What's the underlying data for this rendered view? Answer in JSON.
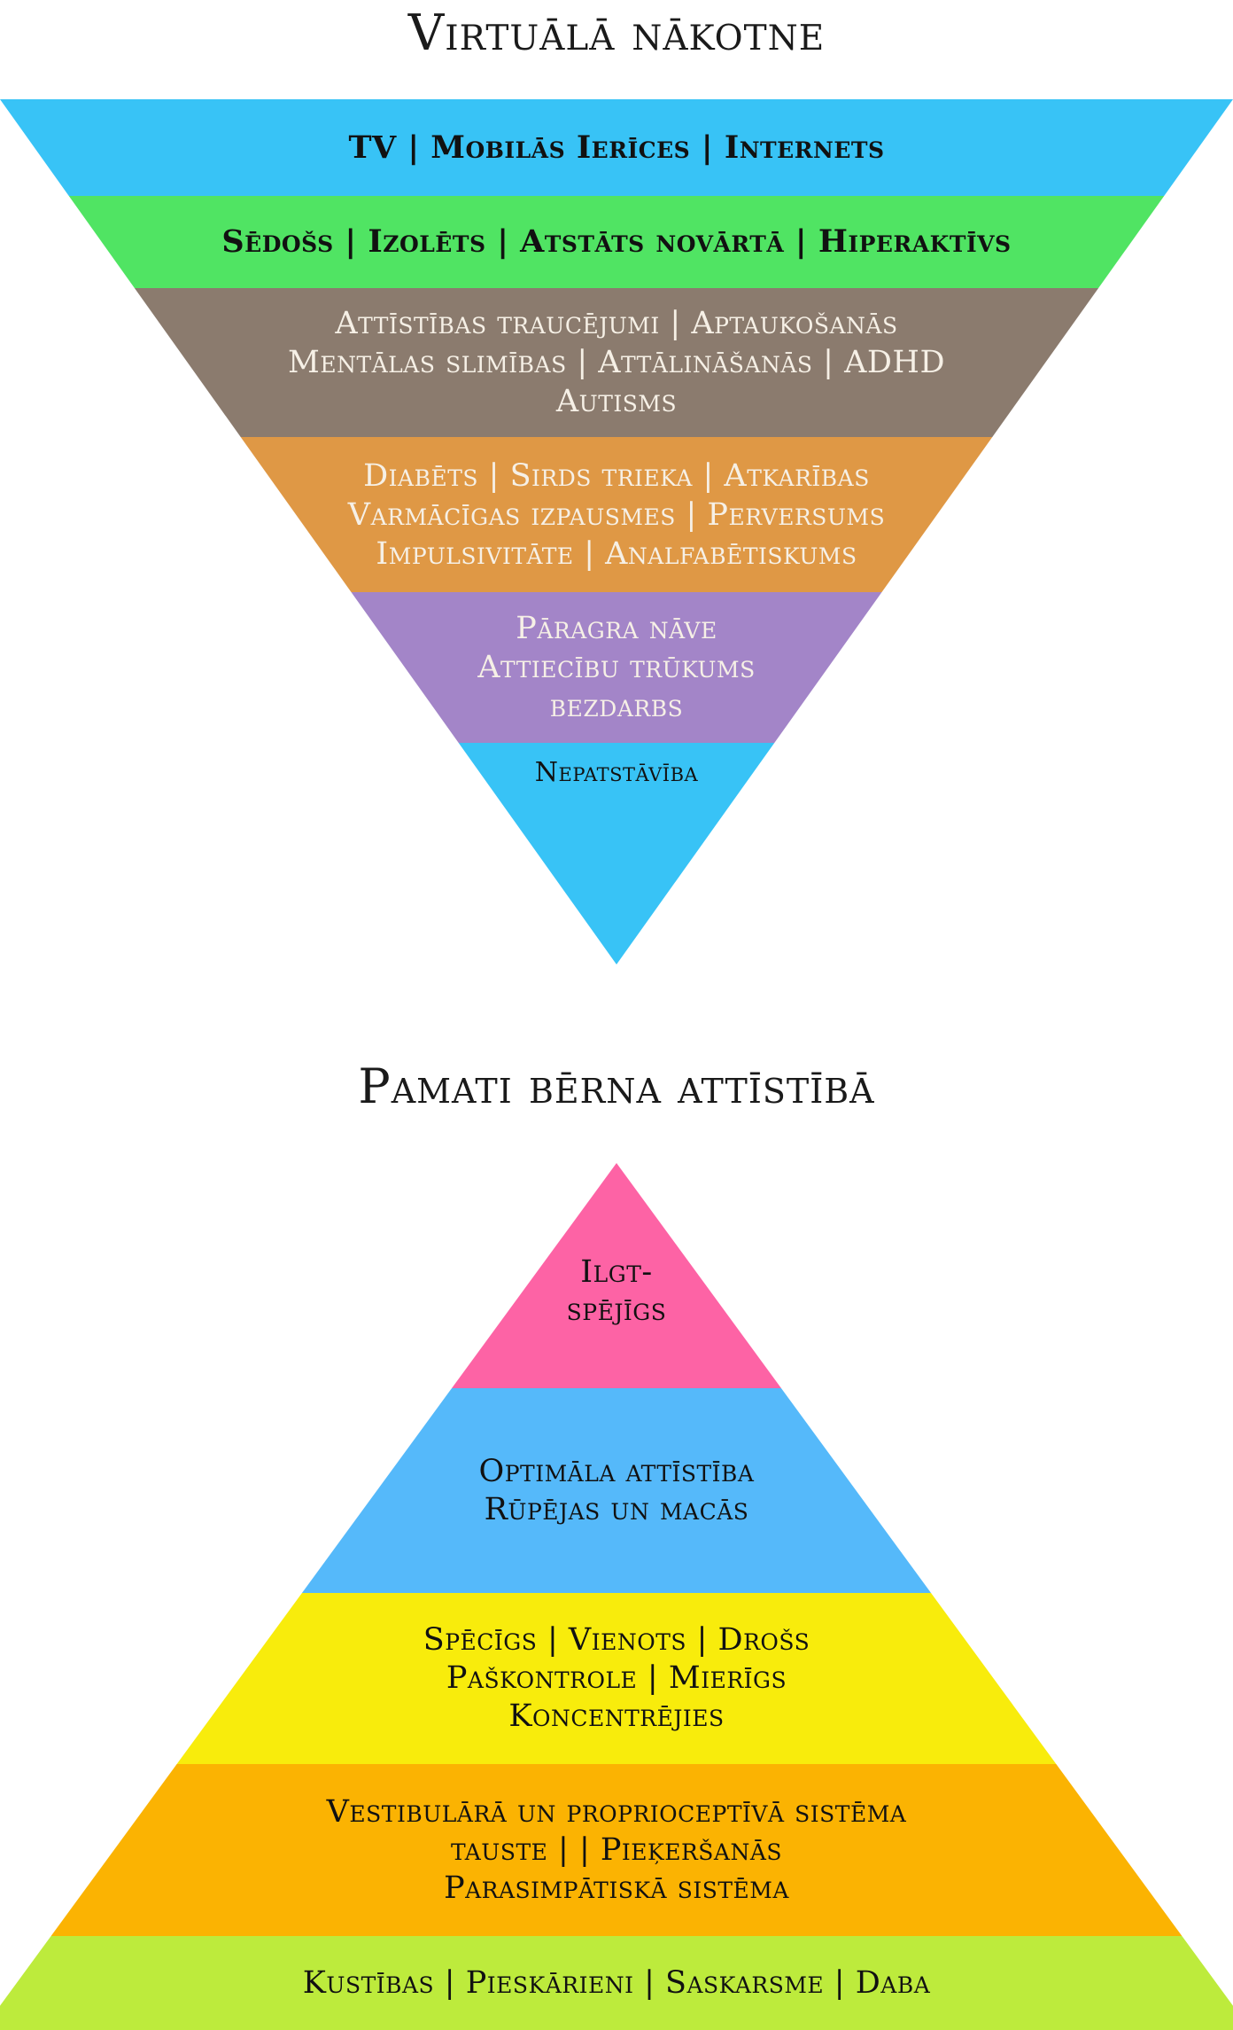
{
  "top_pyramid": {
    "title": "Virtuālā nākotne",
    "layers": [
      {
        "lines": [
          "TV | Mobilās Ierīces | Internets"
        ],
        "color": "#38c3f6"
      },
      {
        "lines": [
          "Sēdošs | Izolēts | Atstāts novārtā | Hiperaktīvs"
        ],
        "color": "#50e463"
      },
      {
        "lines": [
          "Attīstības traucējumi | Aptaukošanās",
          "Mentālas slimības | Attālināšanās | ADHD",
          "Autisms"
        ],
        "color": "#8b7b6e"
      },
      {
        "lines": [
          "Diabēts | Sirds trieka | Atkarības",
          "Varmācīgas izpausmes | Perversums",
          "Impulsivitāte | Analfabētiskums"
        ],
        "color": "#df9845"
      },
      {
        "lines": [
          "Pāragra nāve",
          "Attiecību trūkums",
          "bezdarbs"
        ],
        "color": "#a385c8"
      },
      {
        "lines": [
          "Nepatstāvība"
        ],
        "color": "#38c3f6"
      }
    ]
  },
  "bottom_pyramid": {
    "title": "Pamati bērna attīstībā",
    "layers": [
      {
        "lines": [
          "Ilgt-",
          "spējīgs"
        ],
        "color": "#fd63a5"
      },
      {
        "lines": [
          "Optimāla attīstība",
          "Rūpējas un macās"
        ],
        "color": "#55b9fa"
      },
      {
        "lines": [
          "Spēcīgs | Vienots | Drošs",
          "Paškontrole | Mierīgs",
          "Koncentrējies"
        ],
        "color": "#f8ec0c"
      },
      {
        "lines": [
          "Vestibulārā un proprioceptīvā sistēma",
          "tauste | | Pieķeršanās",
          "Parasimpātiskā sistēma"
        ],
        "color": "#fbb302"
      },
      {
        "lines": [
          "Kustības | Pieskārieni | Saskarsme | Daba"
        ],
        "color": "#bdeb3c"
      }
    ]
  }
}
